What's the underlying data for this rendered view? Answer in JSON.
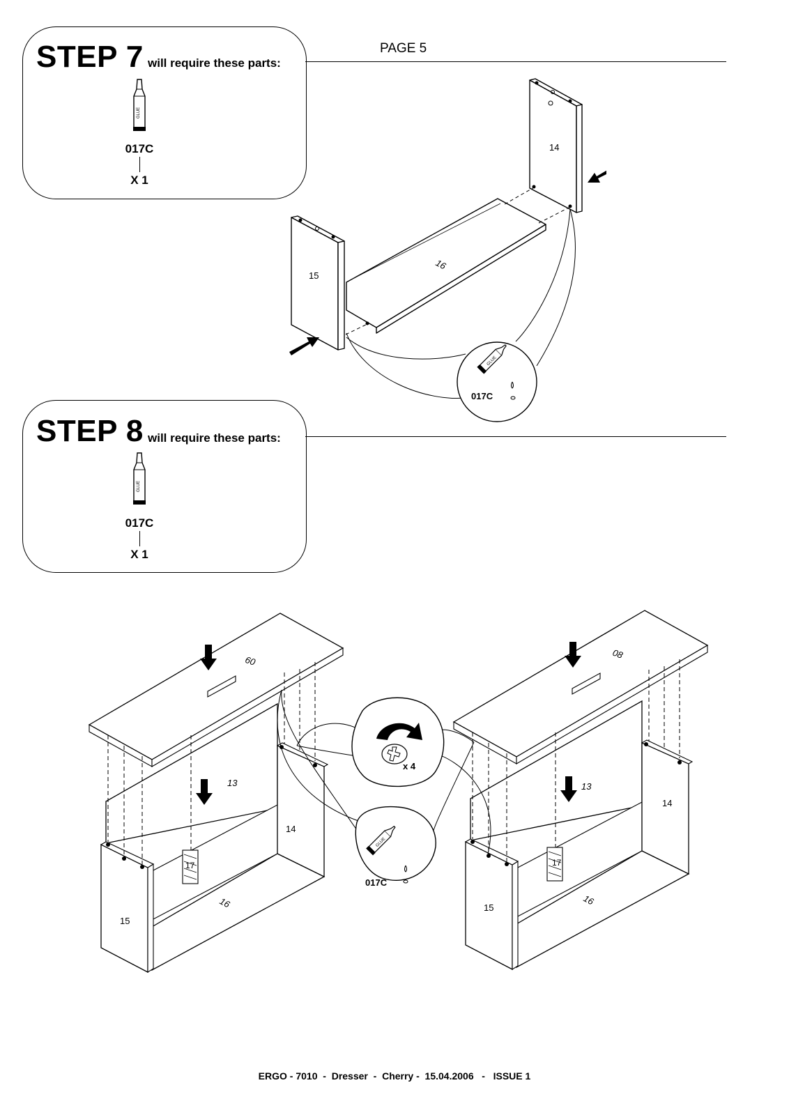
{
  "page": {
    "label": "PAGE 5"
  },
  "step7": {
    "number": "STEP 7",
    "subtitle": "will require these parts:",
    "part_code": "017C",
    "part_qty": "X 1",
    "tube_label": "GLUE",
    "panel_labels": {
      "side_right": "14",
      "shelf": "16",
      "side_left": "15"
    },
    "callout": {
      "part_code": "017C",
      "tube_label": "GLUE"
    }
  },
  "step8": {
    "number": "STEP 8",
    "subtitle": "will require these parts:",
    "part_code": "017C",
    "part_qty": "X 1",
    "tube_label": "GLUE",
    "left_view": {
      "top": "09",
      "back": "13",
      "side_right": "14",
      "support": "17",
      "bottom": "16",
      "side_left": "15"
    },
    "right_view": {
      "top": "08",
      "back": "13",
      "side_right": "14",
      "support": "17",
      "bottom": "16",
      "side_left": "15"
    },
    "callout_screw": {
      "qty": "x 4"
    },
    "callout_glue": {
      "part_code": "017C",
      "tube_label": "GLUE"
    }
  },
  "footer": {
    "text": "ERGO - 7010  -  Dresser  -  Cherry -  15.04.2006   -   ISSUE 1"
  },
  "icons": [
    "glue-tube-icon",
    "push-arrow-icon",
    "screwdriver-rotate-icon",
    "screw-head-icon"
  ]
}
